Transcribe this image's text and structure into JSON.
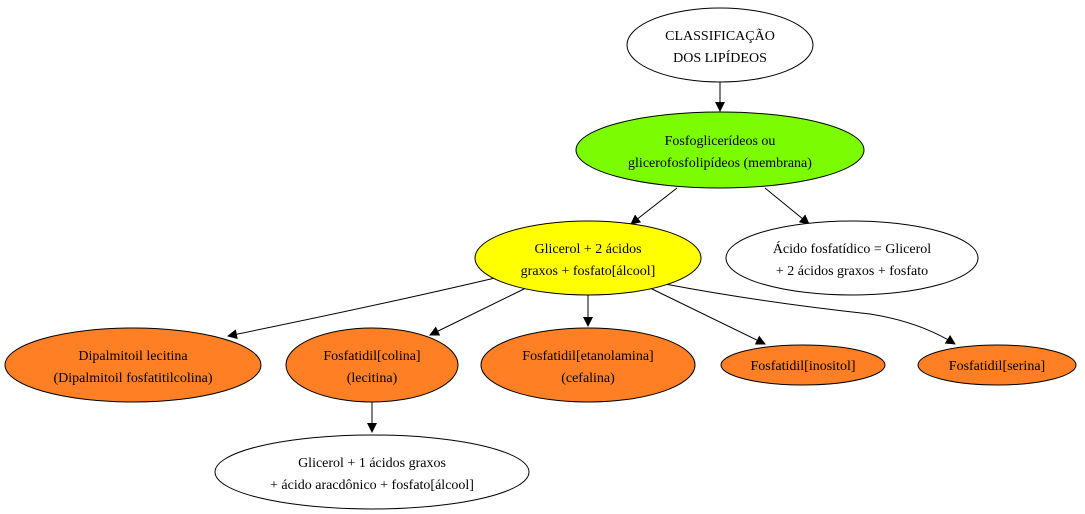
{
  "colors": {
    "background": "#ffffff",
    "stroke": "#000000",
    "white_fill": "#ffffff",
    "green_fill": "#7cfc00",
    "yellow_fill": "#ffff00",
    "orange_fill": "#ff7f24"
  },
  "nodes": {
    "root": {
      "line1": "CLASSIFICAÇÃO",
      "line2": "DOS LIPÍDEOS"
    },
    "fosfo": {
      "line1": "Fosfoglicerídeos ou",
      "line2": "glicerofosfolipídeos (membrana)"
    },
    "glicerol": {
      "line1": "Glicerol + 2 ácidos",
      "line2": "graxos + fosfato[álcool]"
    },
    "acido": {
      "line1": "Ácido fosfatídico = Glicerol",
      "line2": "+ 2 ácidos graxos + fosfato"
    },
    "dipalmitoil": {
      "line1": "Dipalmitoil lecitina",
      "line2": "(Dipalmitoil fosfatitilcolina)"
    },
    "colina": {
      "line1": "Fosfatidil[colina]",
      "line2": "(lecitina)"
    },
    "etanolamina": {
      "line1": "Fosfatidil[etanolamina]",
      "line2": "(cefalina)"
    },
    "inositol": {
      "line1": "Fosfatidil[inositol]"
    },
    "serina": {
      "line1": "Fosfatidil[serina]"
    },
    "aracdonico": {
      "line1": "Glicerol + 1 ácidos graxos",
      "line2": "+ ácido aracdônico + fosfato[álcool]"
    }
  }
}
